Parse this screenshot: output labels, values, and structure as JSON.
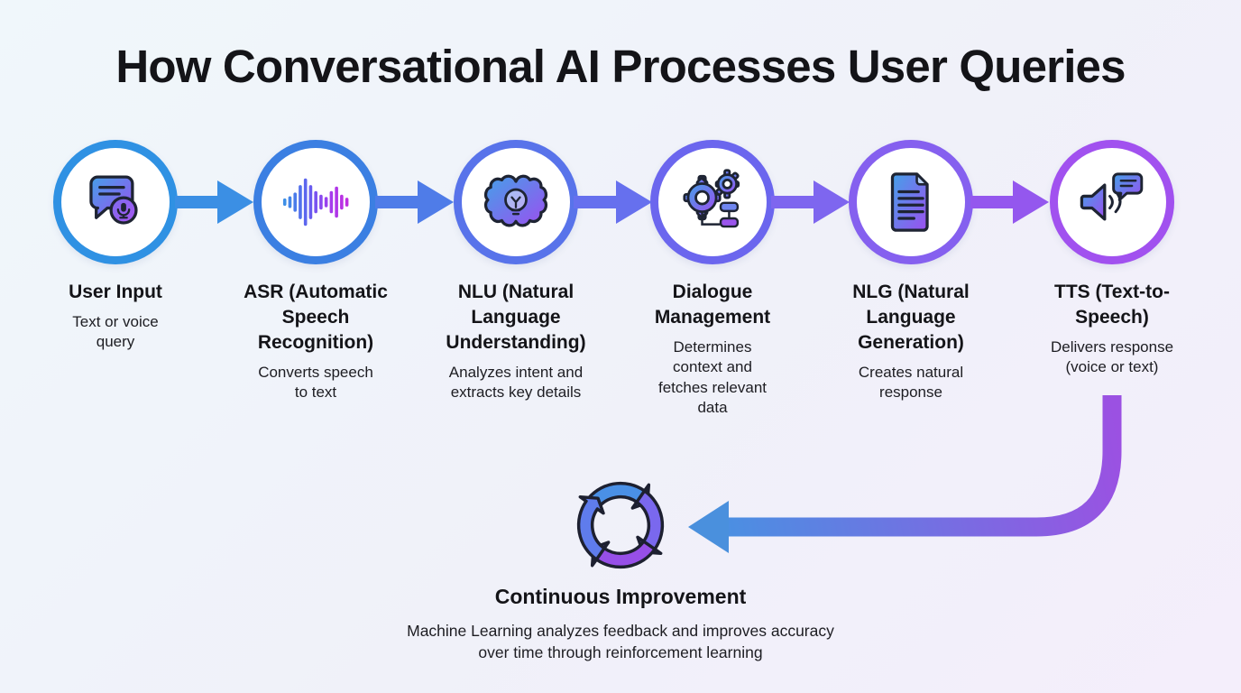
{
  "title": "How Conversational AI Processes User Queries",
  "flow": {
    "steps": [
      {
        "icon": "chat-mic-icon",
        "title": "User Input",
        "desc": "Text or voice query"
      },
      {
        "icon": "waveform-icon",
        "title": "ASR (Automatic Speech Recognition)",
        "desc": "Converts speech to text"
      },
      {
        "icon": "brain-lightbulb-icon",
        "title": "NLU (Natural Language Understanding)",
        "desc": "Analyzes intent and extracts key details"
      },
      {
        "icon": "gears-flowchart-icon",
        "title": "Dialogue Management",
        "desc": "Determines context and fetches relevant data"
      },
      {
        "icon": "document-icon",
        "title": "NLG (Natural Language Generation)",
        "desc": "Creates natural response"
      },
      {
        "icon": "speaker-chat-icon",
        "title": "TTS (Text-to-Speech)",
        "desc": "Delivers response (voice or text)"
      }
    ]
  },
  "feedback": {
    "icon": "cycle-arrows-icon",
    "title": "Continuous Improvement",
    "desc": "Machine Learning analyzes feedback and improves accuracy over time through reinforcement learning"
  },
  "colors": {
    "rings": [
      "#2f91e3",
      "#3b7fe2",
      "#5873ea",
      "#6b66ee",
      "#8560ef",
      "#a151ef"
    ],
    "arrows": [
      "#3b8fe4",
      "#4f7ce8",
      "#6670ee",
      "#7e66ef",
      "#9457ee"
    ],
    "icon_gradient_start": "#45a0e8",
    "icon_gradient_end": "#9b4ff0",
    "feedback_gradient_start": "#4a90e2",
    "feedback_gradient_end": "#9b51e2",
    "feedback_arrowhead": "#4a90dd",
    "title_color": "#141418",
    "background_start": "#f0f7fb",
    "background_end": "#f4eefb"
  }
}
